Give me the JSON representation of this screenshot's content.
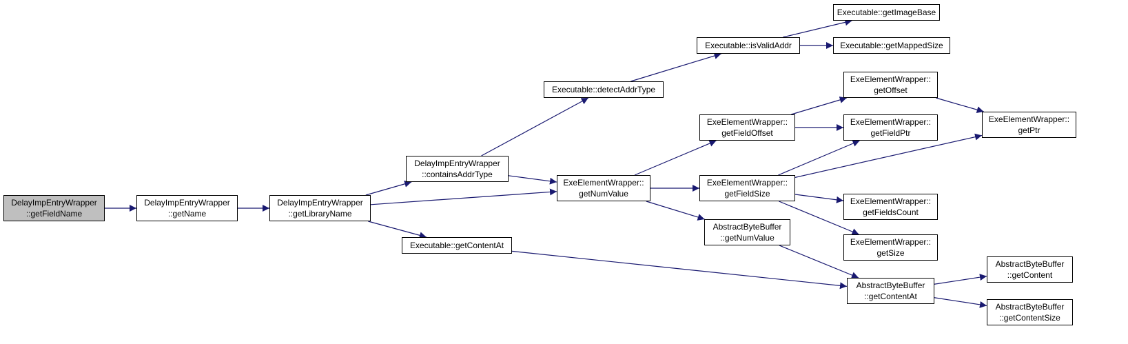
{
  "colors": {
    "edge": "#191970",
    "root_fill": "#bfbfbf",
    "node_fill": "#ffffff",
    "border": "#000000"
  },
  "nodes": [
    {
      "id": "n_getFieldName",
      "name": "node-delayimp-getfieldname",
      "lines": [
        "DelayImpEntryWrapper",
        "::getFieldName"
      ],
      "root": true
    },
    {
      "id": "n_getName",
      "name": "node-delayimp-getname",
      "lines": [
        "DelayImpEntryWrapper",
        "::getName"
      ]
    },
    {
      "id": "n_getLibraryName",
      "name": "node-delayimp-getlibraryname",
      "lines": [
        "DelayImpEntryWrapper",
        "::getLibraryName"
      ]
    },
    {
      "id": "n_containsAddrType",
      "name": "node-delayimp-containsaddrtype",
      "lines": [
        "DelayImpEntryWrapper",
        "::containsAddrType"
      ]
    },
    {
      "id": "n_getContentAtExe",
      "name": "node-executable-getcontentat",
      "lines": [
        "Executable::getContentAt"
      ]
    },
    {
      "id": "n_detectAddrType",
      "name": "node-executable-detectaddrtype",
      "lines": [
        "Executable::detectAddrType"
      ]
    },
    {
      "id": "n_getNumValueEEW",
      "name": "node-exeelementwrapper-getnumvalue",
      "lines": [
        "ExeElementWrapper::",
        "getNumValue"
      ]
    },
    {
      "id": "n_isValidAddr",
      "name": "node-executable-isvalidaddr",
      "lines": [
        "Executable::isValidAddr"
      ]
    },
    {
      "id": "n_getFieldOffset",
      "name": "node-exeelementwrapper-getfieldoffset",
      "lines": [
        "ExeElementWrapper::",
        "getFieldOffset"
      ]
    },
    {
      "id": "n_getFieldSize",
      "name": "node-exeelementwrapper-getfieldsize",
      "lines": [
        "ExeElementWrapper::",
        "getFieldSize"
      ]
    },
    {
      "id": "n_getNumValueABB",
      "name": "node-abstractbytebuffer-getnumvalue",
      "lines": [
        "AbstractByteBuffer",
        "::getNumValue"
      ]
    },
    {
      "id": "n_getImageBase",
      "name": "node-executable-getimagebase",
      "lines": [
        "Executable::getImageBase"
      ]
    },
    {
      "id": "n_getMappedSize",
      "name": "node-executable-getmappedsize",
      "lines": [
        "Executable::getMappedSize"
      ]
    },
    {
      "id": "n_getOffset",
      "name": "node-exeelementwrapper-getoffset",
      "lines": [
        "ExeElementWrapper::",
        "getOffset"
      ]
    },
    {
      "id": "n_getFieldPtr",
      "name": "node-exeelementwrapper-getfieldptr",
      "lines": [
        "ExeElementWrapper::",
        "getFieldPtr"
      ]
    },
    {
      "id": "n_getFieldsCount",
      "name": "node-exeelementwrapper-getfieldscount",
      "lines": [
        "ExeElementWrapper::",
        "getFieldsCount"
      ]
    },
    {
      "id": "n_getSize",
      "name": "node-exeelementwrapper-getsize",
      "lines": [
        "ExeElementWrapper::",
        "getSize"
      ]
    },
    {
      "id": "n_getContentAtABB",
      "name": "node-abstractbytebuffer-getcontentat",
      "lines": [
        "AbstractByteBuffer",
        "::getContentAt"
      ]
    },
    {
      "id": "n_getPtr",
      "name": "node-exeelementwrapper-getptr",
      "lines": [
        "ExeElementWrapper::",
        "getPtr"
      ]
    },
    {
      "id": "n_getContent",
      "name": "node-abstractbytebuffer-getcontent",
      "lines": [
        "AbstractByteBuffer",
        "::getContent"
      ]
    },
    {
      "id": "n_getContentSize",
      "name": "node-abstractbytebuffer-getcontentsize",
      "lines": [
        "AbstractByteBuffer",
        "::getContentSize"
      ]
    }
  ],
  "edges": [
    [
      "n_getFieldName",
      "n_getName"
    ],
    [
      "n_getName",
      "n_getLibraryName"
    ],
    [
      "n_getLibraryName",
      "n_containsAddrType"
    ],
    [
      "n_getLibraryName",
      "n_getNumValueEEW"
    ],
    [
      "n_getLibraryName",
      "n_getContentAtExe"
    ],
    [
      "n_containsAddrType",
      "n_detectAddrType"
    ],
    [
      "n_containsAddrType",
      "n_getNumValueEEW"
    ],
    [
      "n_detectAddrType",
      "n_isValidAddr"
    ],
    [
      "n_isValidAddr",
      "n_getImageBase"
    ],
    [
      "n_isValidAddr",
      "n_getMappedSize"
    ],
    [
      "n_getNumValueEEW",
      "n_getFieldOffset"
    ],
    [
      "n_getNumValueEEW",
      "n_getFieldSize"
    ],
    [
      "n_getNumValueEEW",
      "n_getNumValueABB"
    ],
    [
      "n_getFieldOffset",
      "n_getOffset"
    ],
    [
      "n_getFieldOffset",
      "n_getFieldPtr"
    ],
    [
      "n_getOffset",
      "n_getPtr"
    ],
    [
      "n_getFieldSize",
      "n_getFieldPtr"
    ],
    [
      "n_getFieldSize",
      "n_getPtr"
    ],
    [
      "n_getFieldSize",
      "n_getFieldsCount"
    ],
    [
      "n_getFieldSize",
      "n_getSize"
    ],
    [
      "n_getNumValueABB",
      "n_getContentAtABB"
    ],
    [
      "n_getContentAtExe",
      "n_getContentAtABB"
    ],
    [
      "n_getContentAtABB",
      "n_getContent"
    ],
    [
      "n_getContentAtABB",
      "n_getContentSize"
    ]
  ]
}
